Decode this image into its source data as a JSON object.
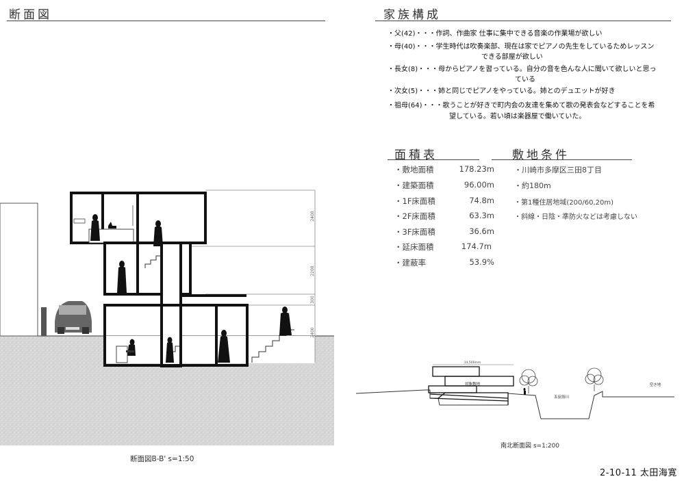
{
  "left_heading": "断面図",
  "right_heading": "家族構成",
  "family_lines": [
    "・父(42)・・・作詞、作曲家 仕事に集中できる音楽の作業場が欲しい",
    "・母(40)・・・学生時代は吹奏楽部、現在は家でピアノの先生をしているためレッスン",
    "できる部屋が欲しい",
    "・長女(8)・・・母からピアノを習っている。自分の音を色んな人に聞いて欲しいと思っ",
    "ている",
    "・次女(5)・・・姉と同じでピアノをやっている。姉とのデュエットが好き",
    "・祖母(64)・・・歌うことが好きで町内会の友達を集めて歌の発表会などすることを希",
    "望している。若い頃は楽器屋で働いていた。"
  ],
  "area_table": {
    "heading": "面積表",
    "rows": [
      {
        "label": "・敷地面積",
        "value": "178.23m"
      },
      {
        "label": "・建築面積",
        "value": "96.00m"
      },
      {
        "label": "・1F床面積",
        "value": "74.8m"
      },
      {
        "label": "・2F床面積",
        "value": "63.3m"
      },
      {
        "label": "・3F床面積",
        "value": "36.6m"
      },
      {
        "label": "・延床面積",
        "value": "174.7m"
      },
      {
        "label": "・建蔽率",
        "value": "53.9%"
      }
    ]
  },
  "site_conditions": {
    "heading": "敷地条件",
    "rows": [
      "・川崎市多摩区三田8丁目",
      "・約180m",
      "・第1種住居地域(200/60,20m)",
      "・斜線・日陰・準防火などは考慮しない"
    ]
  },
  "section_dims": [
    "2400",
    "2200",
    "300",
    "2400"
  ],
  "section_caption": "断面図B-B' s=1:50",
  "site_section": {
    "labels": [
      "対象敷地",
      "五反田川",
      "空き地",
      "14,500mm"
    ],
    "caption": "南北断面図 s=1:200"
  },
  "credit": "2-10-11 太田海寛"
}
